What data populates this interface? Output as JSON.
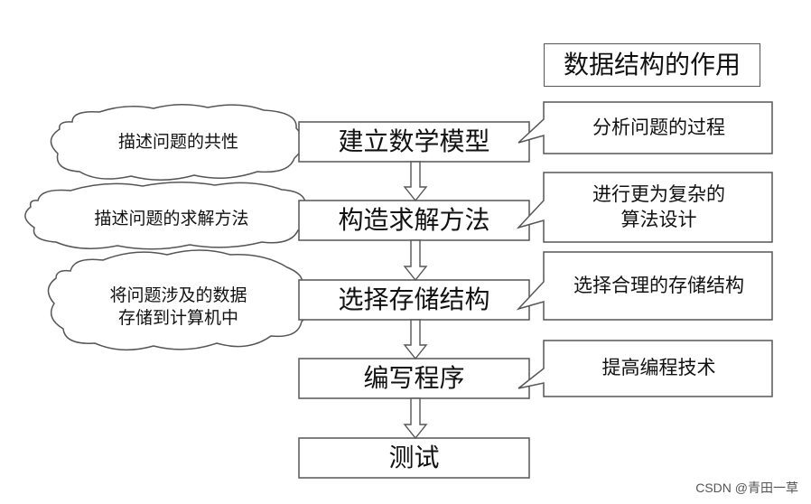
{
  "title": "数据结构的作用",
  "steps": [
    "建立数学模型",
    "构造求解方法",
    "选择存储结构",
    "编写程序",
    "测试"
  ],
  "notes": [
    "分析问题的过程",
    "进行更为复杂的\n算法设计",
    "选择合理的存储结构",
    "提高编程技术"
  ],
  "clouds": [
    "描述问题的共性",
    "描述问题的求解方法",
    "将问题涉及的数据\n存储到计算机中"
  ],
  "watermark": "CSDN @青田一草",
  "colors": {
    "box_border": "#555555",
    "fill": "#ffffff",
    "text": "#111111"
  }
}
